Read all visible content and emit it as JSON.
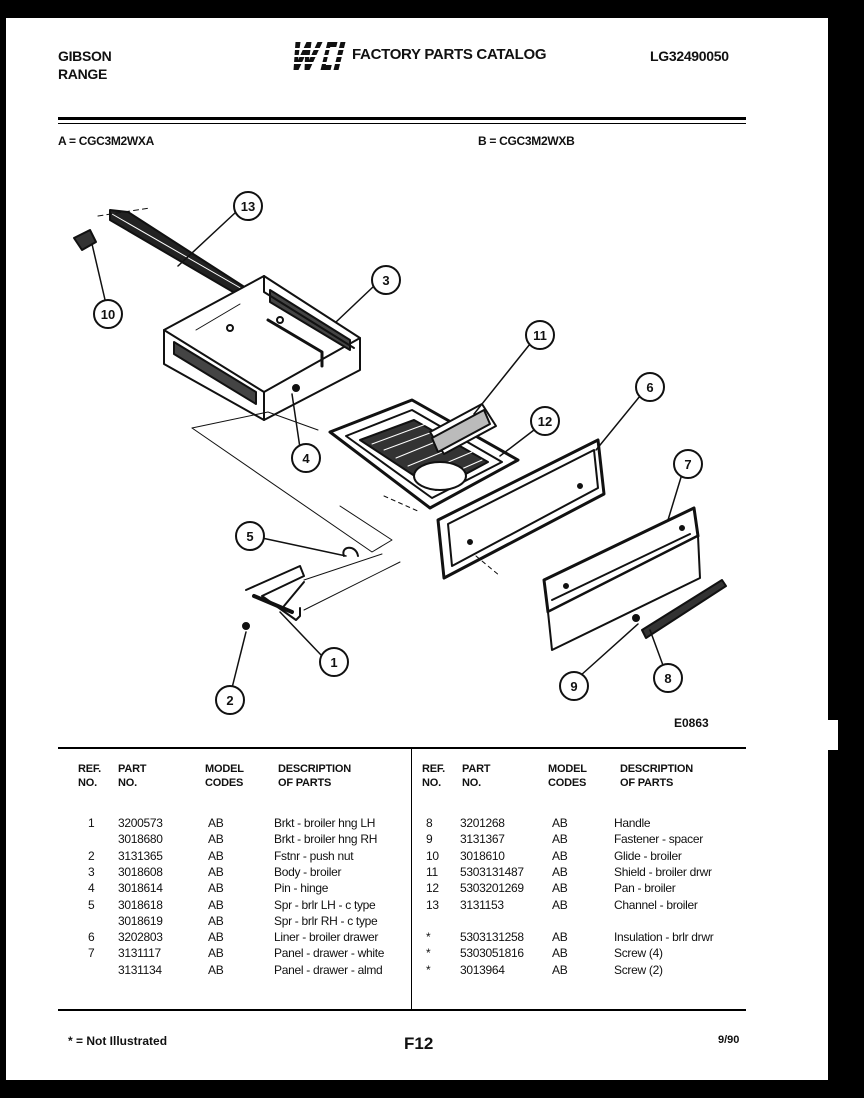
{
  "header": {
    "brand_line1": "GIBSON",
    "brand_line2": "RANGE",
    "logo_text": "WCI",
    "catalog_title": "FACTORY PARTS CATALOG",
    "catalog_number": "LG32490050"
  },
  "models": {
    "a": "A = CGC3M2WXA",
    "b": "B = CGC3M2WXB"
  },
  "diagram": {
    "figure_id": "E0863",
    "callouts": [
      "13",
      "10",
      "3",
      "11",
      "6",
      "12",
      "4",
      "7",
      "5",
      "1",
      "9",
      "8",
      "2"
    ]
  },
  "table": {
    "headers": {
      "ref": [
        "REF.",
        "NO."
      ],
      "part": [
        "PART",
        "NO."
      ],
      "model": [
        "MODEL",
        "CODES"
      ],
      "desc": [
        "DESCRIPTION",
        "OF PARTS"
      ]
    },
    "left_rows": [
      {
        "ref": "1",
        "part": "3200573",
        "codes": "AB",
        "desc": "Brkt - broiler hng LH"
      },
      {
        "ref": "",
        "part": "3018680",
        "codes": "AB",
        "desc": "Brkt - broiler hng RH"
      },
      {
        "ref": "2",
        "part": "3131365",
        "codes": "AB",
        "desc": "Fstnr - push nut"
      },
      {
        "ref": "3",
        "part": "3018608",
        "codes": "AB",
        "desc": "Body - broiler"
      },
      {
        "ref": "4",
        "part": "3018614",
        "codes": "AB",
        "desc": "Pin - hinge"
      },
      {
        "ref": "5",
        "part": "3018618",
        "codes": "AB",
        "desc": "Spr - brlr LH - c type"
      },
      {
        "ref": "",
        "part": "3018619",
        "codes": "AB",
        "desc": "Spr - brlr RH - c type"
      },
      {
        "ref": "6",
        "part": "3202803",
        "codes": "AB",
        "desc": "Liner - broiler drawer"
      },
      {
        "ref": "7",
        "part": "3131117",
        "codes": "AB",
        "desc": "Panel - drawer - white"
      },
      {
        "ref": "",
        "part": "3131134",
        "codes": "AB",
        "desc": "Panel - drawer - almd"
      }
    ],
    "right_rows": [
      {
        "ref": "8",
        "part": "3201268",
        "codes": "AB",
        "desc": "Handle"
      },
      {
        "ref": "9",
        "part": "3131367",
        "codes": "AB",
        "desc": "Fastener - spacer"
      },
      {
        "ref": "10",
        "part": "3018610",
        "codes": "AB",
        "desc": "Glide - broiler"
      },
      {
        "ref": "11",
        "part": "5303131487",
        "codes": "AB",
        "desc": "Shield - broiler drwr"
      },
      {
        "ref": "12",
        "part": "5303201269",
        "codes": "AB",
        "desc": "Pan - broiler"
      },
      {
        "ref": "13",
        "part": "3131153",
        "codes": "AB",
        "desc": "Channel - broiler"
      },
      {
        "ref": "",
        "part": "",
        "codes": "",
        "desc": ""
      },
      {
        "ref": "*",
        "part": "5303131258",
        "codes": "AB",
        "desc": "Insulation - brlr drwr"
      },
      {
        "ref": "*",
        "part": "5303051816",
        "codes": "AB",
        "desc": "Screw (4)"
      },
      {
        "ref": "*",
        "part": "3013964",
        "codes": "AB",
        "desc": "Screw (2)"
      }
    ]
  },
  "footer": {
    "note": "* = Not Illustrated",
    "page": "F12",
    "date": "9/90"
  }
}
